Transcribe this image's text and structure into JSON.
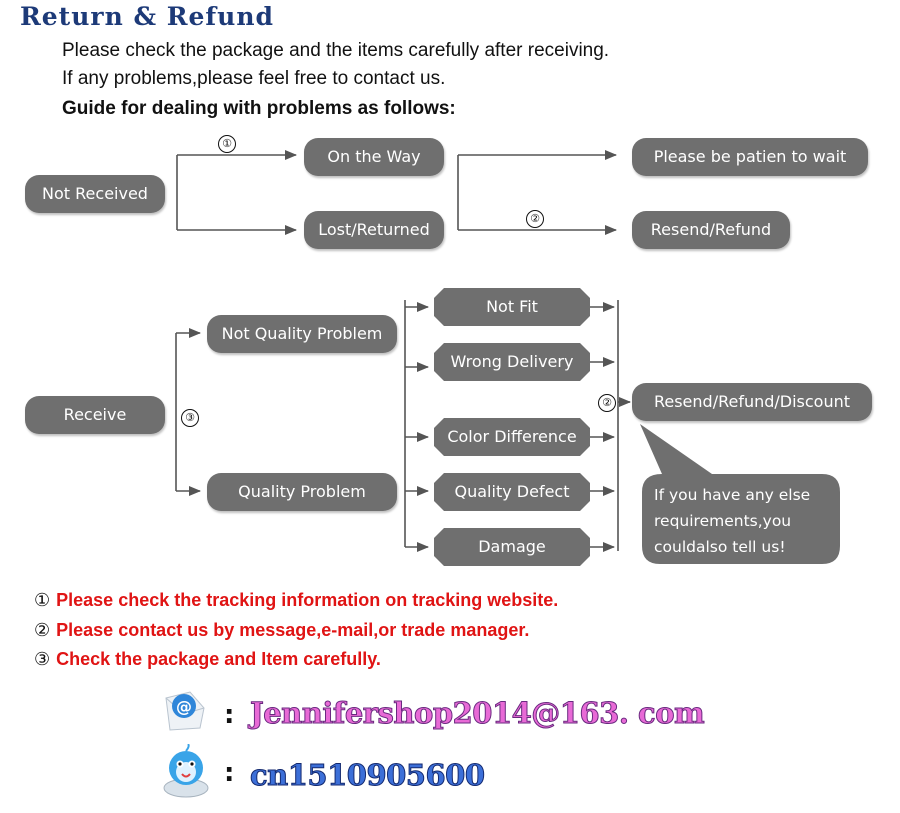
{
  "title": "Return & Refund",
  "intro": {
    "line1": "Please check the package and the items carefully after receiving.",
    "line2": "If any problems,please feel free to contact us.",
    "guide": "Guide for dealing with problems as follows:"
  },
  "flow1": {
    "start": "Not Received",
    "on_the_way": "On the Way",
    "lost_returned": "Lost/Returned",
    "wait": "Please be patien to wait",
    "resend_refund": "Resend/Refund",
    "marker_a": "①",
    "marker_b": "②"
  },
  "flow2": {
    "start": "Receive",
    "marker": "③",
    "not_quality": "Not Quality Problem",
    "quality": "Quality Problem",
    "not_fit": "Not Fit",
    "wrong_delivery": "Wrong Delivery",
    "color_difference": "Color Difference",
    "quality_defect": "Quality Defect",
    "damage": "Damage",
    "outcome_marker": "②",
    "outcome": "Resend/Refund/Discount",
    "bubble_text": "If you have any else requirements,you couldalso tell us!"
  },
  "notes": [
    {
      "num": "①",
      "text": "Please check the tracking information on tracking website."
    },
    {
      "num": "②",
      "text": "Please contact us by message,e-mail,or trade manager."
    },
    {
      "num": "③",
      "text": "Check the package and Item carefully."
    }
  ],
  "contact": {
    "colon": ":",
    "email": "Jennifershop2014@163. com",
    "im": "cn1510905600",
    "email_icon": "email-at-icon",
    "im_icon": "chat-bird-icon"
  },
  "colors": {
    "node": "#6f6f6f",
    "title": "#1d3a78",
    "note": "#e01414",
    "email": "#e86ad6",
    "im": "#3c6fd8"
  }
}
